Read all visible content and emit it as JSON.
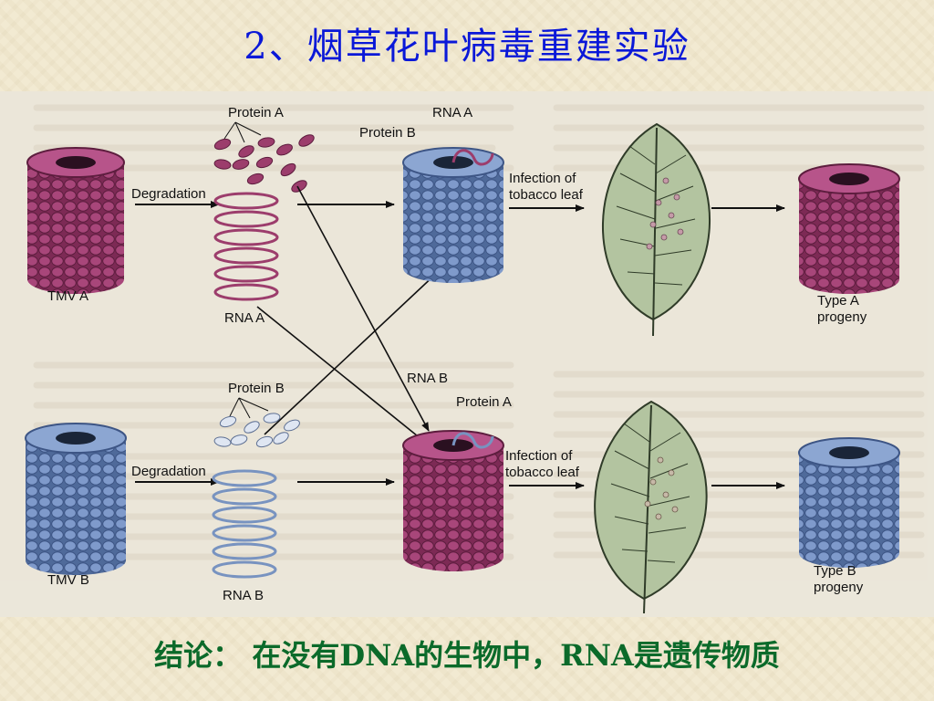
{
  "title": "2、烟草花叶病毒重建实验",
  "conclusion": "结论：  在没有DNA的生物中，RNA是遗传物质",
  "colors": {
    "title": "#0a18d8",
    "conclusion": "#0b6a2a",
    "virus_a": "#9c3d6c",
    "virus_b": "#7893c0",
    "leaf": "#b3c4a0"
  },
  "diagram": {
    "top": {
      "virus_label": "TMV A",
      "degradation": "Degradation",
      "protein_label": "Protein A",
      "rna_label": "RNA A",
      "recon_protein_label": "Protein B",
      "recon_rna_label": "RNA A",
      "infection_line1": "Infection of",
      "infection_line2": "tobacco leaf",
      "progeny_line1": "Type A",
      "progeny_line2": "progeny"
    },
    "bottom": {
      "virus_label": "TMV B",
      "degradation": "Degradation",
      "protein_label": "Protein B",
      "rna_label": "RNA B",
      "recon_rna_label": "RNA B",
      "recon_protein_label": "Protein A",
      "infection_line1": "Infection of",
      "infection_line2": "tobacco leaf",
      "progeny_line1": "Type B",
      "progeny_line2": "progeny"
    }
  }
}
